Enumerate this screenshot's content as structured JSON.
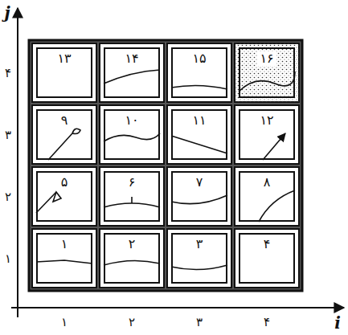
{
  "diagram": {
    "nodes": [
      {
        "text": [
          "۱۳"
        ]
      },
      {
        "text": [
          "۱۴"
        ]
      },
      {
        "text": [
          "۱۵"
        ]
      },
      {
        "text": [
          "۱۶"
        ]
      },
      {
        "text": [
          "۹"
        ]
      },
      {
        "text": [
          "۱۰"
        ]
      },
      {
        "text": [
          "۱۱"
        ]
      },
      {
        "text": [
          "۱۲"
        ]
      },
      {
        "text": [
          "۵"
        ]
      },
      {
        "text": [
          "۶"
        ]
      },
      {
        "text": [
          "۷"
        ]
      },
      {
        "text": [
          "۸"
        ]
      },
      {
        "text": [
          "۱"
        ]
      },
      {
        "text": [
          "۲"
        ]
      },
      {
        "text": [
          "۳"
        ]
      },
      {
        "text": [
          "۴"
        ]
      }
    ],
    "labels": [
      "j",
      "۴",
      "۳",
      "۲",
      "۱",
      "۱",
      "۲",
      "۳",
      "۴",
      "i"
    ]
  }
}
